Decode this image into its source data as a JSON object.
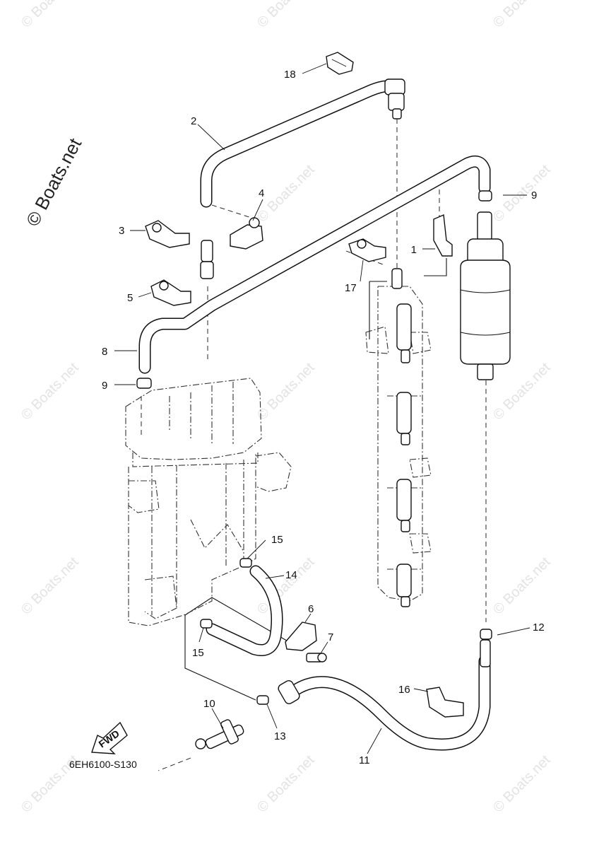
{
  "watermark": {
    "brand": "© Boats.net",
    "tile": "© Boats.net"
  },
  "diagram_code": "6EH6100-S130",
  "fwd_label": "FWD",
  "callouts": {
    "p1": "1",
    "p2": "2",
    "p3": "3",
    "p4": "4",
    "p5": "5",
    "p6": "6",
    "p7": "7",
    "p8": "8",
    "p9a": "9",
    "p9b": "9",
    "p10": "10",
    "p11": "11",
    "p12": "12",
    "p13": "13",
    "p14": "14",
    "p15a": "15",
    "p15b": "15",
    "p16": "16",
    "p17": "17",
    "p18": "18"
  },
  "colors": {
    "ink": "#111111",
    "watermark": "#e3e3e3",
    "paper": "#ffffff"
  }
}
